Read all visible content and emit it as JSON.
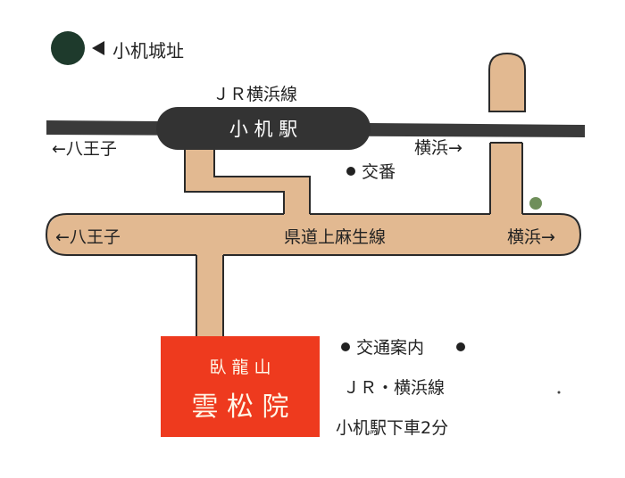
{
  "colors": {
    "road": "#e2b991",
    "road_border": "#2a2a2a",
    "railway": "#3a3a3a",
    "station": "#333333",
    "temple": "#ee3a1e",
    "temple_text": "#fff7e8",
    "castle_marker": "#1e3a2c",
    "text": "#222222"
  },
  "landmarks": {
    "castle_ruins": "小机城址",
    "koban": "交番"
  },
  "railway": {
    "line_name": "ＪＲ横浜線",
    "station_name": "小 机 駅",
    "left_direction": "←八王子",
    "right_direction": "横浜→"
  },
  "road": {
    "name": "県道上麻生線",
    "left_direction": "←八王子",
    "right_direction": "横浜→"
  },
  "temple": {
    "mountain_name": "臥 龍 山",
    "name": "雲 松 院"
  },
  "access": {
    "heading": "交通案内",
    "line": "ＪＲ・横浜線",
    "directions": "小机駅下車2分"
  }
}
